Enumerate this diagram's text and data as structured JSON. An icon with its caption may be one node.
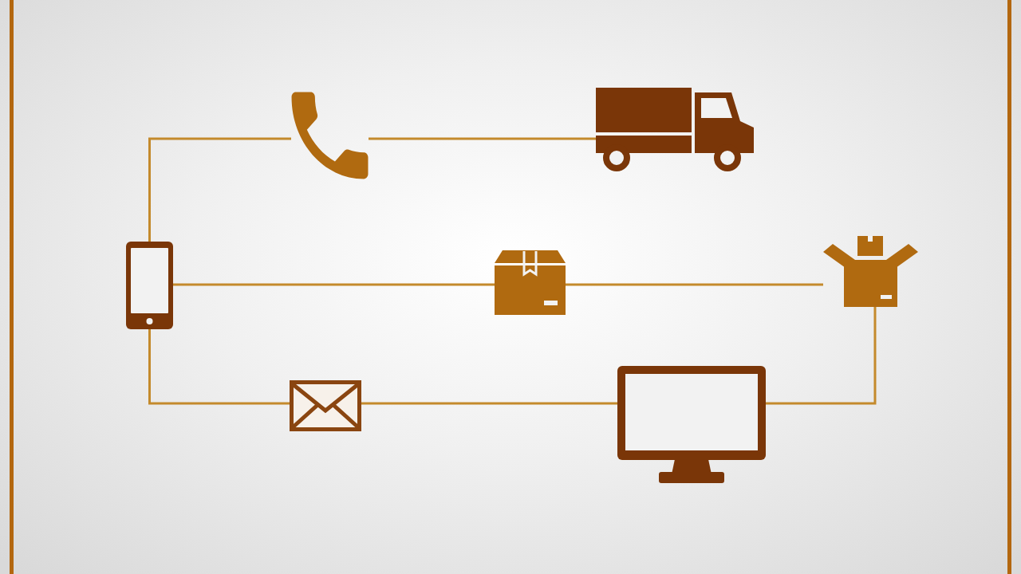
{
  "diagram": {
    "nodes": [
      {
        "text": [],
        "shape": "picture"
      },
      {
        "text": [],
        "shape": "picture"
      },
      {
        "text": [],
        "shape": "picture"
      },
      {
        "text": [],
        "shape": "picture"
      },
      {
        "text": [],
        "shape": "picture"
      },
      {
        "text": [],
        "shape": "picture"
      },
      {
        "text": [],
        "shape": "picture"
      }
    ],
    "edges": [
      {
        "from": 2,
        "to": 0,
        "arrow": "none"
      },
      {
        "from": 0,
        "to": 1,
        "arrow": "none"
      },
      {
        "from": 2,
        "to": 3,
        "arrow": "none"
      },
      {
        "from": 3,
        "to": 4,
        "arrow": "none"
      },
      {
        "from": 2,
        "to": 5,
        "arrow": "none"
      },
      {
        "from": 5,
        "to": 6,
        "arrow": "none"
      },
      {
        "from": 6,
        "to": 4,
        "arrow": "none"
      }
    ]
  }
}
